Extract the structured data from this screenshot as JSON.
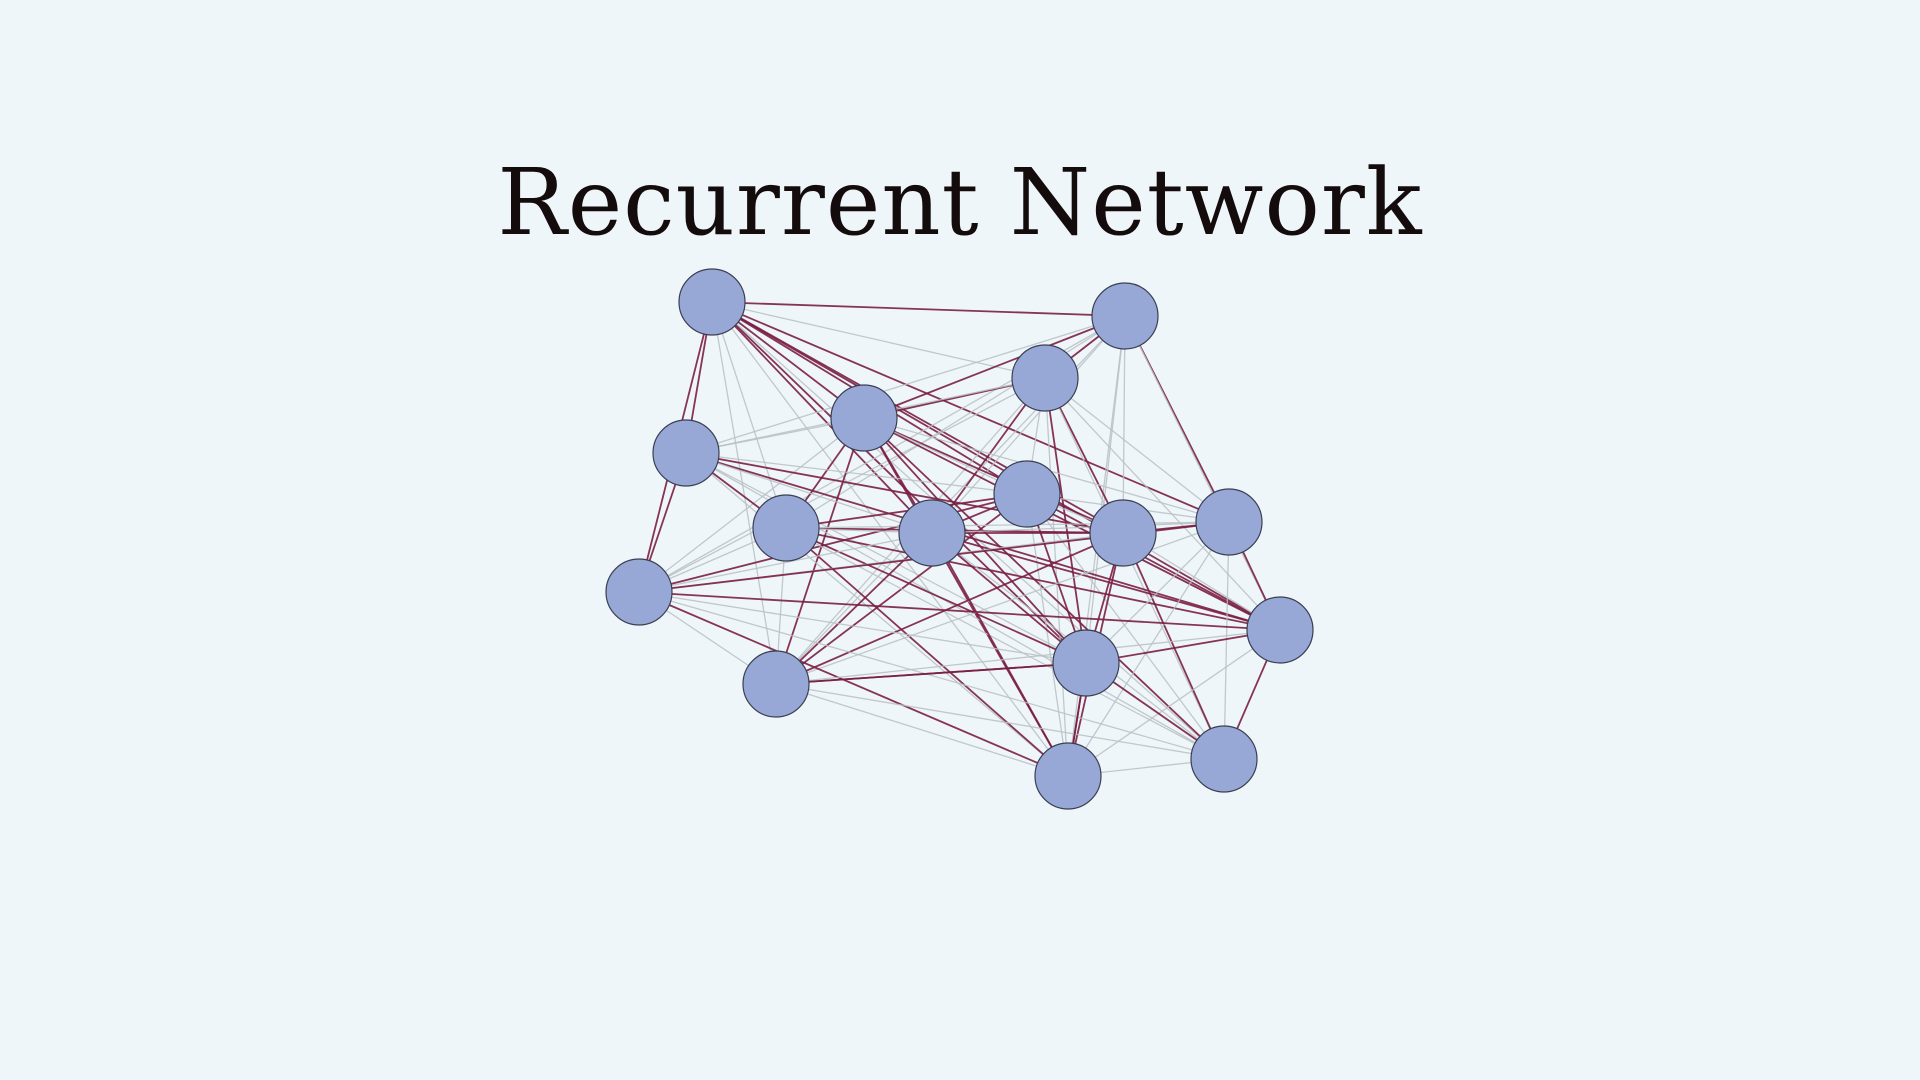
{
  "title": "Recurrent Network",
  "colors": {
    "background": "#eff6f9",
    "node_fill": "#98a8d6",
    "node_stroke": "#3a3f52",
    "edge_strong": "#7a1f42",
    "edge_weak": "#b9c0c6"
  },
  "nodes": [
    {
      "id": "n0"
    },
    {
      "id": "n1"
    },
    {
      "id": "n2"
    },
    {
      "id": "n3"
    },
    {
      "id": "n4"
    },
    {
      "id": "n5"
    },
    {
      "id": "n6"
    },
    {
      "id": "n7"
    },
    {
      "id": "n8"
    },
    {
      "id": "n9"
    },
    {
      "id": "n10"
    },
    {
      "id": "n11"
    },
    {
      "id": "n12"
    },
    {
      "id": "n13"
    },
    {
      "id": "n14"
    },
    {
      "id": "n15"
    }
  ],
  "edges": [
    [
      "n0",
      "n1",
      "strong"
    ],
    [
      "n0",
      "n3",
      "strong"
    ],
    [
      "n0",
      "n4",
      "strong"
    ],
    [
      "n0",
      "n5",
      "strong"
    ],
    [
      "n0",
      "n7",
      "strong"
    ],
    [
      "n0",
      "n8",
      "strong"
    ],
    [
      "n0",
      "n9",
      "strong"
    ],
    [
      "n0",
      "n10",
      "strong"
    ],
    [
      "n0",
      "n11",
      "strong"
    ],
    [
      "n0",
      "n12",
      "strong"
    ],
    [
      "n0",
      "n14",
      "weak"
    ],
    [
      "n0",
      "n2",
      "weak"
    ],
    [
      "n0",
      "n6",
      "weak"
    ],
    [
      "n0",
      "n13",
      "weak"
    ],
    [
      "n0",
      "n15",
      "weak"
    ],
    [
      "n1",
      "n2",
      "strong"
    ],
    [
      "n1",
      "n3",
      "strong"
    ],
    [
      "n1",
      "n9",
      "strong"
    ],
    [
      "n1",
      "n6",
      "weak"
    ],
    [
      "n1",
      "n7",
      "weak"
    ],
    [
      "n1",
      "n8",
      "weak"
    ],
    [
      "n1",
      "n11",
      "weak"
    ],
    [
      "n1",
      "n10",
      "weak"
    ],
    [
      "n1",
      "n12",
      "weak"
    ],
    [
      "n1",
      "n14",
      "weak"
    ],
    [
      "n1",
      "n13",
      "weak"
    ],
    [
      "n1",
      "n4",
      "weak"
    ],
    [
      "n2",
      "n3",
      "strong"
    ],
    [
      "n2",
      "n7",
      "strong"
    ],
    [
      "n2",
      "n8",
      "strong"
    ],
    [
      "n2",
      "n12",
      "strong"
    ],
    [
      "n2",
      "n9",
      "weak"
    ],
    [
      "n2",
      "n10",
      "weak"
    ],
    [
      "n2",
      "n11",
      "weak"
    ],
    [
      "n2",
      "n4",
      "weak"
    ],
    [
      "n2",
      "n5",
      "weak"
    ],
    [
      "n2",
      "n13",
      "weak"
    ],
    [
      "n2",
      "n15",
      "weak"
    ],
    [
      "n2",
      "n14",
      "weak"
    ],
    [
      "n3",
      "n6",
      "strong"
    ],
    [
      "n3",
      "n7",
      "strong"
    ],
    [
      "n3",
      "n8",
      "strong"
    ],
    [
      "n3",
      "n11",
      "strong"
    ],
    [
      "n3",
      "n12",
      "strong"
    ],
    [
      "n3",
      "n14",
      "strong"
    ],
    [
      "n3",
      "n15",
      "strong"
    ],
    [
      "n3",
      "n13",
      "strong"
    ],
    [
      "n3",
      "n4",
      "weak"
    ],
    [
      "n3",
      "n5",
      "weak"
    ],
    [
      "n3",
      "n9",
      "weak"
    ],
    [
      "n3",
      "n10",
      "weak"
    ],
    [
      "n4",
      "n8",
      "strong"
    ],
    [
      "n4",
      "n10",
      "strong"
    ],
    [
      "n4",
      "n11",
      "strong"
    ],
    [
      "n4",
      "n6",
      "strong"
    ],
    [
      "n4",
      "n12",
      "weak"
    ],
    [
      "n4",
      "n7",
      "weak"
    ],
    [
      "n4",
      "n5",
      "weak"
    ],
    [
      "n4",
      "n15",
      "weak"
    ],
    [
      "n4",
      "n14",
      "weak"
    ],
    [
      "n5",
      "n6",
      "strong"
    ],
    [
      "n5",
      "n7",
      "strong"
    ],
    [
      "n5",
      "n10",
      "strong"
    ],
    [
      "n5",
      "n11",
      "strong"
    ],
    [
      "n5",
      "n12",
      "strong"
    ],
    [
      "n5",
      "n13",
      "strong"
    ],
    [
      "n5",
      "n14",
      "weak"
    ],
    [
      "n5",
      "n8",
      "weak"
    ],
    [
      "n5",
      "n9",
      "weak"
    ],
    [
      "n5",
      "n15",
      "weak"
    ],
    [
      "n6",
      "n8",
      "strong"
    ],
    [
      "n6",
      "n12",
      "strong"
    ],
    [
      "n6",
      "n11",
      "strong"
    ],
    [
      "n6",
      "n14",
      "strong"
    ],
    [
      "n6",
      "n13",
      "weak"
    ],
    [
      "n6",
      "n15",
      "weak"
    ],
    [
      "n6",
      "n10",
      "weak"
    ],
    [
      "n6",
      "n9",
      "weak"
    ],
    [
      "n6",
      "n7",
      "weak"
    ],
    [
      "n7",
      "n8",
      "strong"
    ],
    [
      "n7",
      "n12",
      "strong"
    ],
    [
      "n7",
      "n14",
      "strong"
    ],
    [
      "n7",
      "n11",
      "strong"
    ],
    [
      "n7",
      "n13",
      "strong"
    ],
    [
      "n7",
      "n15",
      "weak"
    ],
    [
      "n7",
      "n9",
      "weak"
    ],
    [
      "n7",
      "n10",
      "weak"
    ],
    [
      "n8",
      "n9",
      "strong"
    ],
    [
      "n8",
      "n12",
      "strong"
    ],
    [
      "n8",
      "n13",
      "strong"
    ],
    [
      "n8",
      "n14",
      "strong"
    ],
    [
      "n8",
      "n15",
      "strong"
    ],
    [
      "n8",
      "n11",
      "weak"
    ],
    [
      "n8",
      "n10",
      "weak"
    ],
    [
      "n9",
      "n10",
      "strong"
    ],
    [
      "n9",
      "n11",
      "strong"
    ],
    [
      "n9",
      "n12",
      "weak"
    ],
    [
      "n9",
      "n15",
      "weak"
    ],
    [
      "n9",
      "n13",
      "weak"
    ],
    [
      "n9",
      "n14",
      "weak"
    ],
    [
      "n10",
      "n11",
      "strong"
    ],
    [
      "n10",
      "n14",
      "strong"
    ],
    [
      "n10",
      "n12",
      "weak"
    ],
    [
      "n10",
      "n15",
      "weak"
    ],
    [
      "n10",
      "n13",
      "weak"
    ],
    [
      "n11",
      "n12",
      "strong"
    ],
    [
      "n11",
      "n15",
      "strong"
    ],
    [
      "n11",
      "n13",
      "weak"
    ],
    [
      "n11",
      "n14",
      "weak"
    ],
    [
      "n12",
      "n13",
      "strong"
    ],
    [
      "n12",
      "n14",
      "strong"
    ],
    [
      "n12",
      "n15",
      "strong"
    ],
    [
      "n13",
      "n14",
      "weak"
    ],
    [
      "n13",
      "n15",
      "weak"
    ],
    [
      "n13",
      "n12",
      "strong"
    ],
    [
      "n14",
      "n15",
      "weak"
    ],
    [
      "n14",
      "n12",
      "strong"
    ]
  ]
}
